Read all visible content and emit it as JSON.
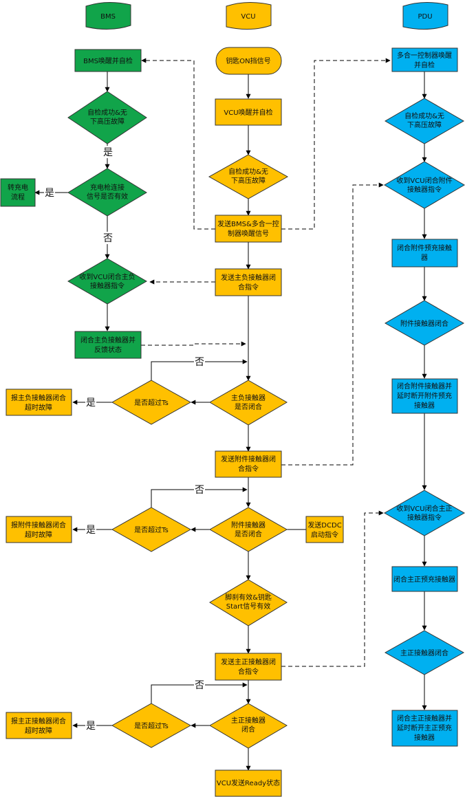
{
  "colors": {
    "bms": "#11a44a",
    "vcu": "#ffc000",
    "pdu": "#00b0f0"
  },
  "lanes": {
    "bms": "BMS",
    "vcu": "VCU",
    "pdu": "PDU"
  },
  "bms": {
    "wake": "BMS唤醒并自检",
    "check": [
      "自检成功&无",
      "下高压故障"
    ],
    "gun": [
      "充电枪连接",
      "信号是否有效"
    ],
    "charge": [
      "转充电",
      "流程"
    ],
    "recv": [
      "收到VCU闭合主负",
      "接触器指令"
    ],
    "close": [
      "闭合主负接触器并",
      "反馈状态"
    ]
  },
  "vcu": {
    "key_on": "钥匙ON挡信号",
    "wake": "VCU唤醒并自检",
    "check": [
      "自检成功&无",
      "下高压故障"
    ],
    "send_wake": [
      "发送BMS&多合一控",
      "制器唤醒信号"
    ],
    "send_neg": [
      "发送主负接触器闭",
      "合指令"
    ],
    "neg_closed": [
      "主负接触器",
      "是否闭合"
    ],
    "send_aux": [
      "发送附件接触器闭",
      "合指令"
    ],
    "aux_closed": [
      "附件接触器",
      "是否闭合"
    ],
    "dcdc": [
      "发送DCDC",
      "启动指令"
    ],
    "brake": [
      "脚刹有效&钥匙",
      "Start信号有效"
    ],
    "send_pos": [
      "发送主正接触器闭",
      "合指令"
    ],
    "pos_closed": [
      "主正接触器",
      "闭合"
    ],
    "ready": "VCU发送Ready状态"
  },
  "timeouts": {
    "t1": "是否超过Ts",
    "t2": "是否超过Ts",
    "t3": "是否超过Ts",
    "f1": [
      "报主负接触器闭合",
      "超时故障"
    ],
    "f2": [
      "报附件接触器闭合",
      "超时故障"
    ],
    "f3": [
      "报主正接触器闭合",
      "超时故障"
    ]
  },
  "pdu": {
    "wake": [
      "多合一控制器唤醒",
      "并自检"
    ],
    "check": [
      "自检成功&无",
      "下高压故障"
    ],
    "recv_aux": [
      "收到VCU闭合附件",
      "接触器指令"
    ],
    "pre_aux": [
      "闭合附件预充接触",
      "器"
    ],
    "aux_closed": "附件接触器闭合",
    "aux_done": [
      "闭合附件接触器并",
      "延时断开附件预充",
      "接触器"
    ],
    "recv_pos": [
      "收到VCU闭合主正",
      "接触器指令"
    ],
    "pre_pos": [
      "闭合主正预充接触器"
    ],
    "pos_closed": "主正接触器闭合",
    "pos_done": [
      "闭合主正接触器并",
      "延时断开主正预充",
      "接触器"
    ]
  },
  "edge_labels": {
    "yes": "是",
    "no": "否"
  }
}
